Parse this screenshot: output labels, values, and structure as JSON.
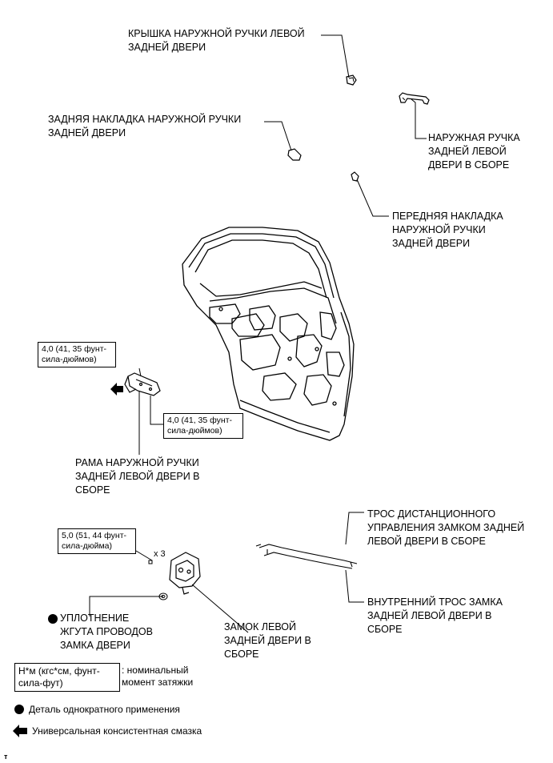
{
  "callouts": {
    "outside_handle_cover": "КРЫШКА НАРУЖНОЙ РУЧКИ ЛЕВОЙ\nЗАДНЕЙ ДВЕРИ",
    "rear_outside_handle_pad": "ЗАДНЯЯ НАКЛАДКА НАРУЖНОЙ РУЧКИ\nЗАДНЕЙ ДВЕРИ",
    "outside_handle_assembly": "НАРУЖНАЯ РУЧКА\nЗАДНЕЙ ЛЕВОЙ\nДВЕРИ В СБОРЕ",
    "front_outside_handle_pad": "ПЕРЕДНЯЯ НАКЛАДКА\nНАРУЖНОЙ РУЧКИ\nЗАДНЕЙ ДВЕРИ",
    "outside_handle_frame": "РАМА НАРУЖНОЙ РУЧКИ\nЗАДНЕЙ ЛЕВОЙ ДВЕРИ В\nСБОРЕ",
    "remote_control_cable": "ТРОС ДИСТАНЦИОННОГО\nУПРАВЛЕНИЯ ЗАМКОМ ЗАДНЕЙ\nЛЕВОЙ ДВЕРИ В СБОРЕ",
    "inside_lock_cable": "ВНУТРЕННИЙ ТРОС ЗАМКА\nЗАДНЕЙ ЛЕВОЙ ДВЕРИ В\nСБОРЕ",
    "wire_harness_seal": "УПЛОТНЕНИЕ\nЖГУТА ПРОВОДОВ\nЗАМКА ДВЕРИ",
    "door_lock": "ЗАМОК ЛЕВОЙ\nЗАДНЕЙ ДВЕРИ В\nСБОРЕ",
    "screw_count": "x 3"
  },
  "torque_boxes": {
    "frame_upper": "4,0 (41, 35 фунт-\nсила-дюймов)",
    "frame_lower": "4,0 (41, 35 фунт-\nсила-дюймов)",
    "lock": "5,0 (51, 44 фунт-\nсила-дюйма)"
  },
  "legend": {
    "torque_unit_box": "Н*м (кгс*см, фунт-\nсила-фут)",
    "torque_unit_desc": ": номинальный\nмомент затяжки",
    "non_reusable": "Деталь однократного применения",
    "grease": "Универсальная консистентная смазка"
  },
  "footer_mark": "т"
}
